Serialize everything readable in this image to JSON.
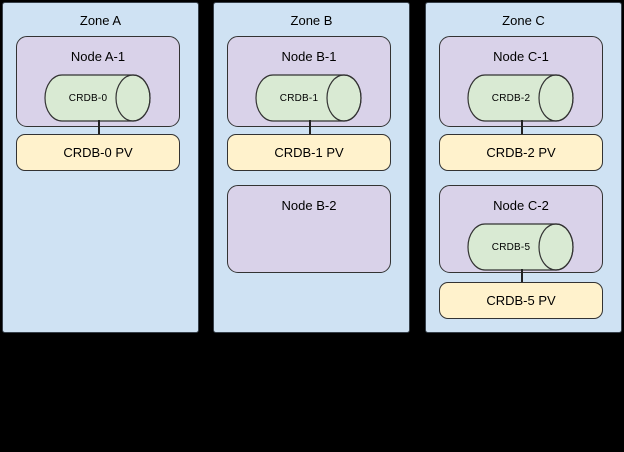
{
  "colors": {
    "background": "#000000",
    "zone_fill": "#cfe2f3",
    "node_fill": "#d9d2e9",
    "cylinder_fill": "#d9ead3",
    "pv_fill": "#fff2cc",
    "border": "#333333",
    "text": "#000000"
  },
  "zones": [
    {
      "label": "Zone A",
      "nodes": [
        {
          "label": "Node A-1",
          "db_label": "CRDB-0",
          "pv_label": "CRDB-0 PV"
        }
      ]
    },
    {
      "label": "Zone B",
      "nodes": [
        {
          "label": "Node B-1",
          "db_label": "CRDB-1",
          "pv_label": "CRDB-1 PV"
        },
        {
          "label": "Node B-2"
        }
      ]
    },
    {
      "label": "Zone C",
      "nodes": [
        {
          "label": "Node C-1",
          "db_label": "CRDB-2",
          "pv_label": "CRDB-2 PV"
        },
        {
          "label": "Node C-2",
          "db_label": "CRDB-5",
          "pv_label": "CRDB-5 PV"
        }
      ]
    }
  ]
}
